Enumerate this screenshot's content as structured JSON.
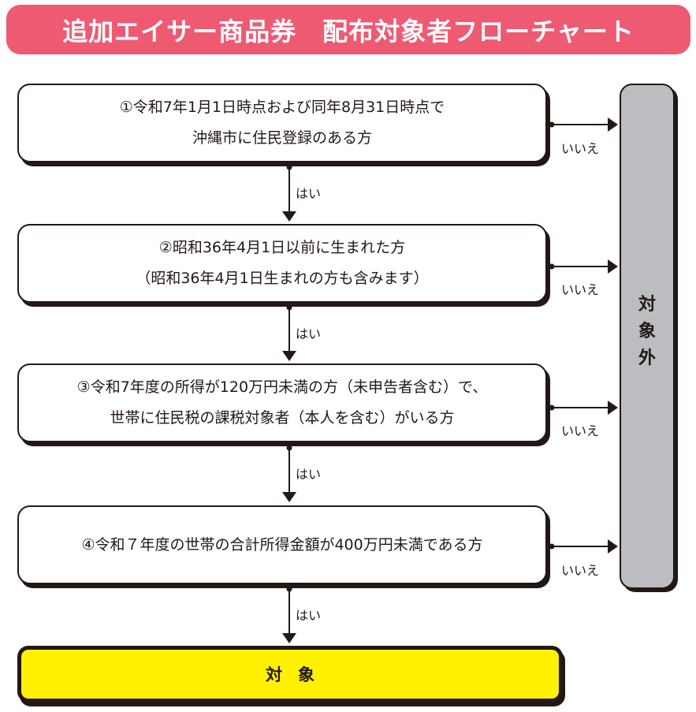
{
  "title": "追加エイサー商品券　配布対象者フローチャート",
  "steps": [
    {
      "lines": [
        "①令和7年1月1日時点および同年8月31日時点で",
        "沖縄市に住民登録のある方"
      ]
    },
    {
      "lines": [
        "②昭和36年4月1日以前に生まれた方",
        "（昭和36年4月1日生まれの方も含みます）"
      ]
    },
    {
      "lines": [
        "③令和7年度の所得が120万円未満の方（未申告者含む）で、",
        "世帯に住民税の課税対象者（本人を含む）がいる方"
      ]
    },
    {
      "lines": [
        "④令和７年度の世帯の合計所得金額が400万円未満である方"
      ]
    }
  ],
  "yes_label": "はい",
  "no_label": "いいえ",
  "result": {
    "label": "対象"
  },
  "excluded": {
    "chars": [
      "対",
      "象",
      "外"
    ]
  },
  "colors": {
    "title_bg": "#ef5a73",
    "result_bg": "#fff100",
    "excluded_bg": "#bcbdc1",
    "line": "#231815"
  }
}
